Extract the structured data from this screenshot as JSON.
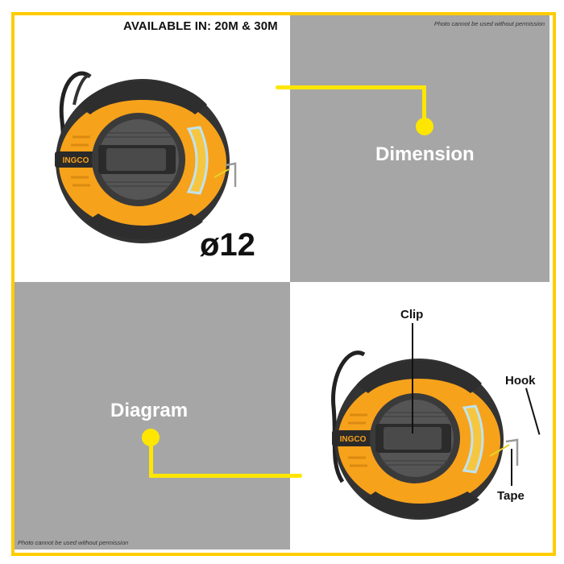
{
  "header": {
    "availability": "AVAILABLE IN: 20M & 30M"
  },
  "watermarks": {
    "top_right": "Photo cannot be used without permission",
    "bottom_left": "Photo cannot be used without permission"
  },
  "panels": {
    "top_left": {
      "product": "ingco-fibreglass-measuring-tape",
      "brand": "INGCO",
      "dimension_text": "ø12"
    },
    "top_right": {
      "label": "Dimension"
    },
    "bottom_left": {
      "label": "Diagram"
    },
    "bottom_right": {
      "product": "ingco-fibreglass-measuring-tape",
      "brand": "INGCO",
      "callouts": [
        {
          "label": "Clip"
        },
        {
          "label": "Hook"
        },
        {
          "label": "Tape"
        }
      ]
    }
  },
  "colors": {
    "frame": "#ffcc00",
    "connector": "#ffe600",
    "panel_gray": "#a6a6a6",
    "product_orange": "#f7a21b",
    "product_dark": "#3a3a3a"
  }
}
